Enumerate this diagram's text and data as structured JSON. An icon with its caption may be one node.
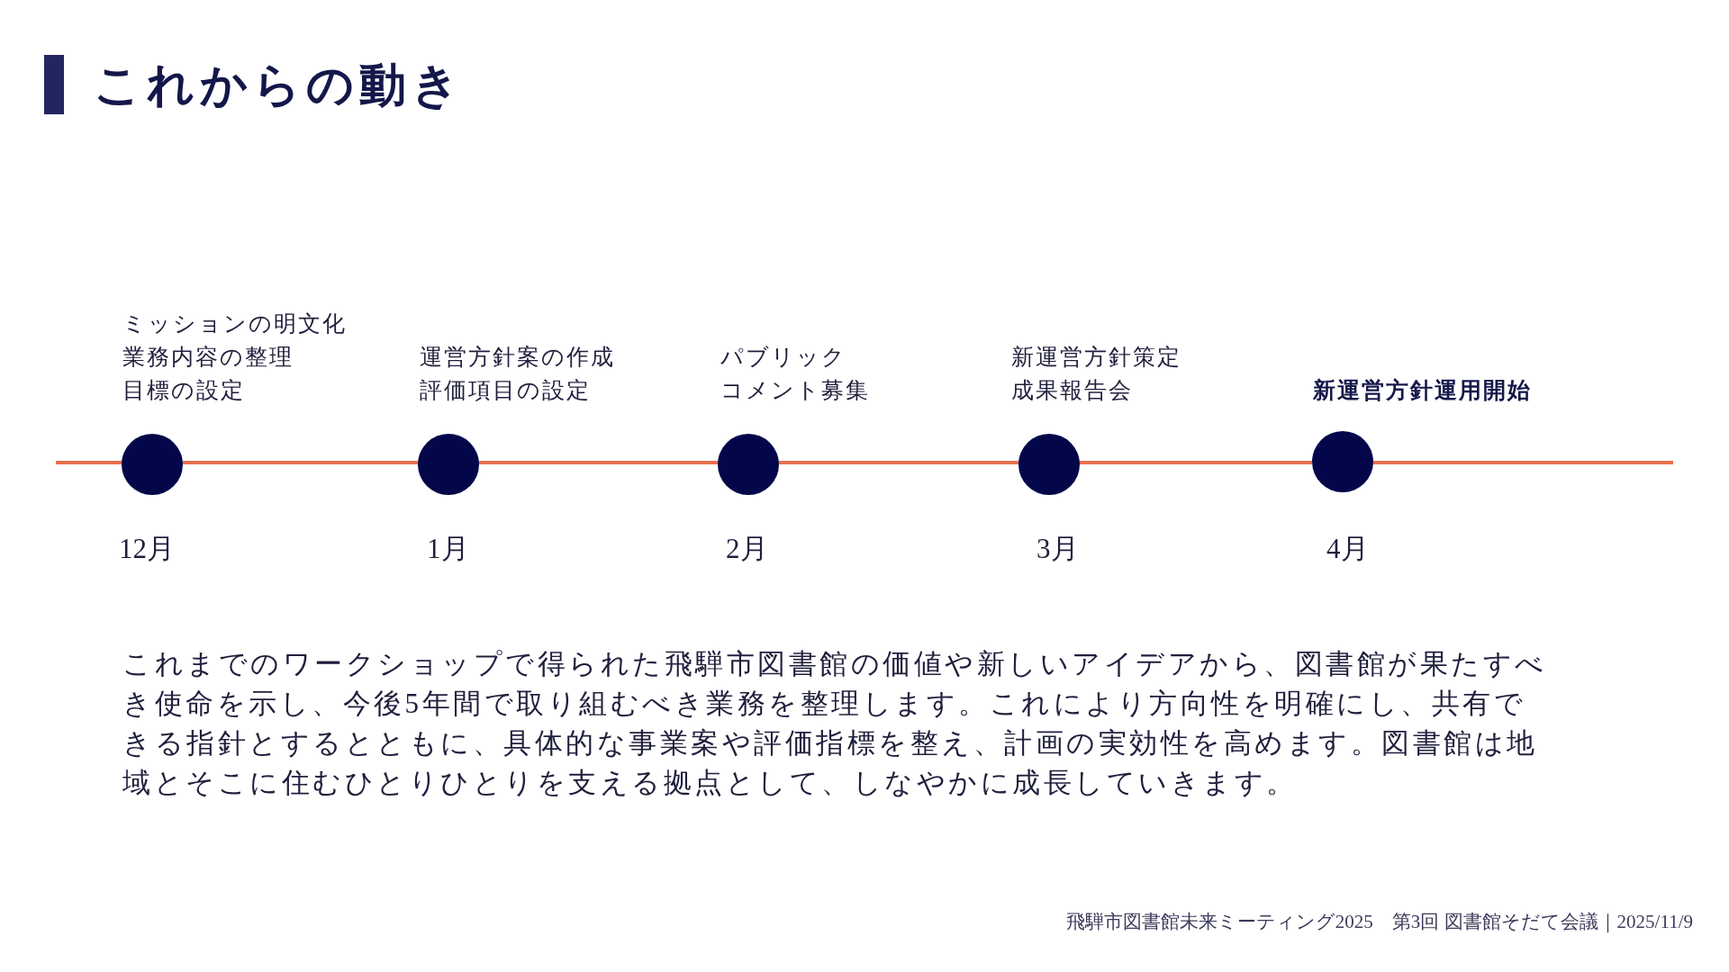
{
  "diagram": {
    "title": "これからの動き",
    "nodes": [
      {
        "text": [],
        "shape": "circle",
        "beside": [
          "ミッションの明文化",
          "業務内容の整理",
          "目標の設定",
          "12月"
        ]
      },
      {
        "text": [],
        "shape": "circle",
        "beside": [
          "運営方針案の作成",
          "評価項目の設定",
          "1月"
        ]
      },
      {
        "text": [],
        "shape": "circle",
        "beside": [
          "パブリック",
          "コメント募集",
          "2月"
        ]
      },
      {
        "text": [],
        "shape": "circle",
        "beside": [
          "新運営方針策定",
          "成果報告会",
          "3月"
        ]
      },
      {
        "text": [],
        "shape": "circle",
        "beside": [
          "新運営方針運用開始",
          "4月"
        ]
      }
    ],
    "edges": [
      {
        "from": null,
        "to": 0,
        "arrow": "none"
      },
      {
        "from": 0,
        "to": 1,
        "arrow": "none"
      },
      {
        "from": 1,
        "to": 2,
        "arrow": "none"
      },
      {
        "from": 2,
        "to": 3,
        "arrow": "none"
      },
      {
        "from": 3,
        "to": 4,
        "arrow": "none"
      },
      {
        "from": 4,
        "to": null,
        "arrow": "none"
      }
    ],
    "labels": [
      "これまでのワークショップで得られた飛騨市図書館の価値や新しいアイデアから、図書館が果たすべき使命を示し、今後5年間で取り組むべき業務を整理します。これにより方向性を明確にし、共有できる指針とするとともに、具体的な事業案や評価指標を整え、計画の実効性を高めます。図書館は地域とそこに住むひとりひとりを支える拠点として、しなやかに成長していきます。",
      "飛騨市図書館未来ミーティング2025　第3回 図書館そだて会議｜2025/11/9"
    ]
  }
}
